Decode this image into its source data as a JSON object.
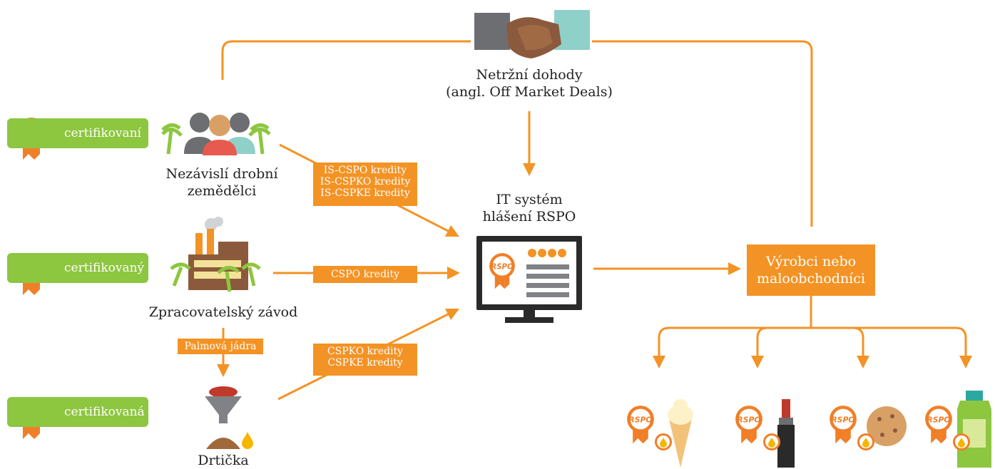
{
  "colors": {
    "accent": "#f39325",
    "green": "#8dc63f",
    "monitor": "#2a2a2a"
  },
  "rspo_logo_text": "RSPO",
  "badges": [
    {
      "text": "certifikovaní"
    },
    {
      "text": "certifikovaný"
    },
    {
      "text": "certifikovaná"
    }
  ],
  "nodes": {
    "smallholders": {
      "line1": "Nezávislí drobní",
      "line2": "zemědělci"
    },
    "mill": {
      "label": "Zpracovatelský závod"
    },
    "crusher": {
      "label": "Drtička"
    },
    "offmarket": {
      "line1": "Netržní dohody",
      "line2": "(angl. Off Market Deals)"
    },
    "it_system": {
      "line1": "IT systém",
      "line2": "hlášení RSPO"
    },
    "manufacturers": {
      "line1": "Výrobci nebo",
      "line2": "maloobchodníci"
    }
  },
  "tags": {
    "smallholder_credits": [
      "IS-CSPO kredity",
      "IS-CSPKO kredity",
      "IS-CSPKE kredity"
    ],
    "mill_credits": "CSPO kredity",
    "kernels": "Palmová jádra",
    "crusher_credits": [
      "CSPKO kredity",
      "CSPKE kredity"
    ]
  },
  "icons": {
    "handshake": "handshake-icon",
    "farmers": "farmers-icon",
    "factory": "factory-icon",
    "funnel": "funnel-icon",
    "monitor": "monitor-icon",
    "products": [
      "ice-cream-icon",
      "lipstick-icon",
      "cookie-icon",
      "detergent-icon"
    ]
  }
}
